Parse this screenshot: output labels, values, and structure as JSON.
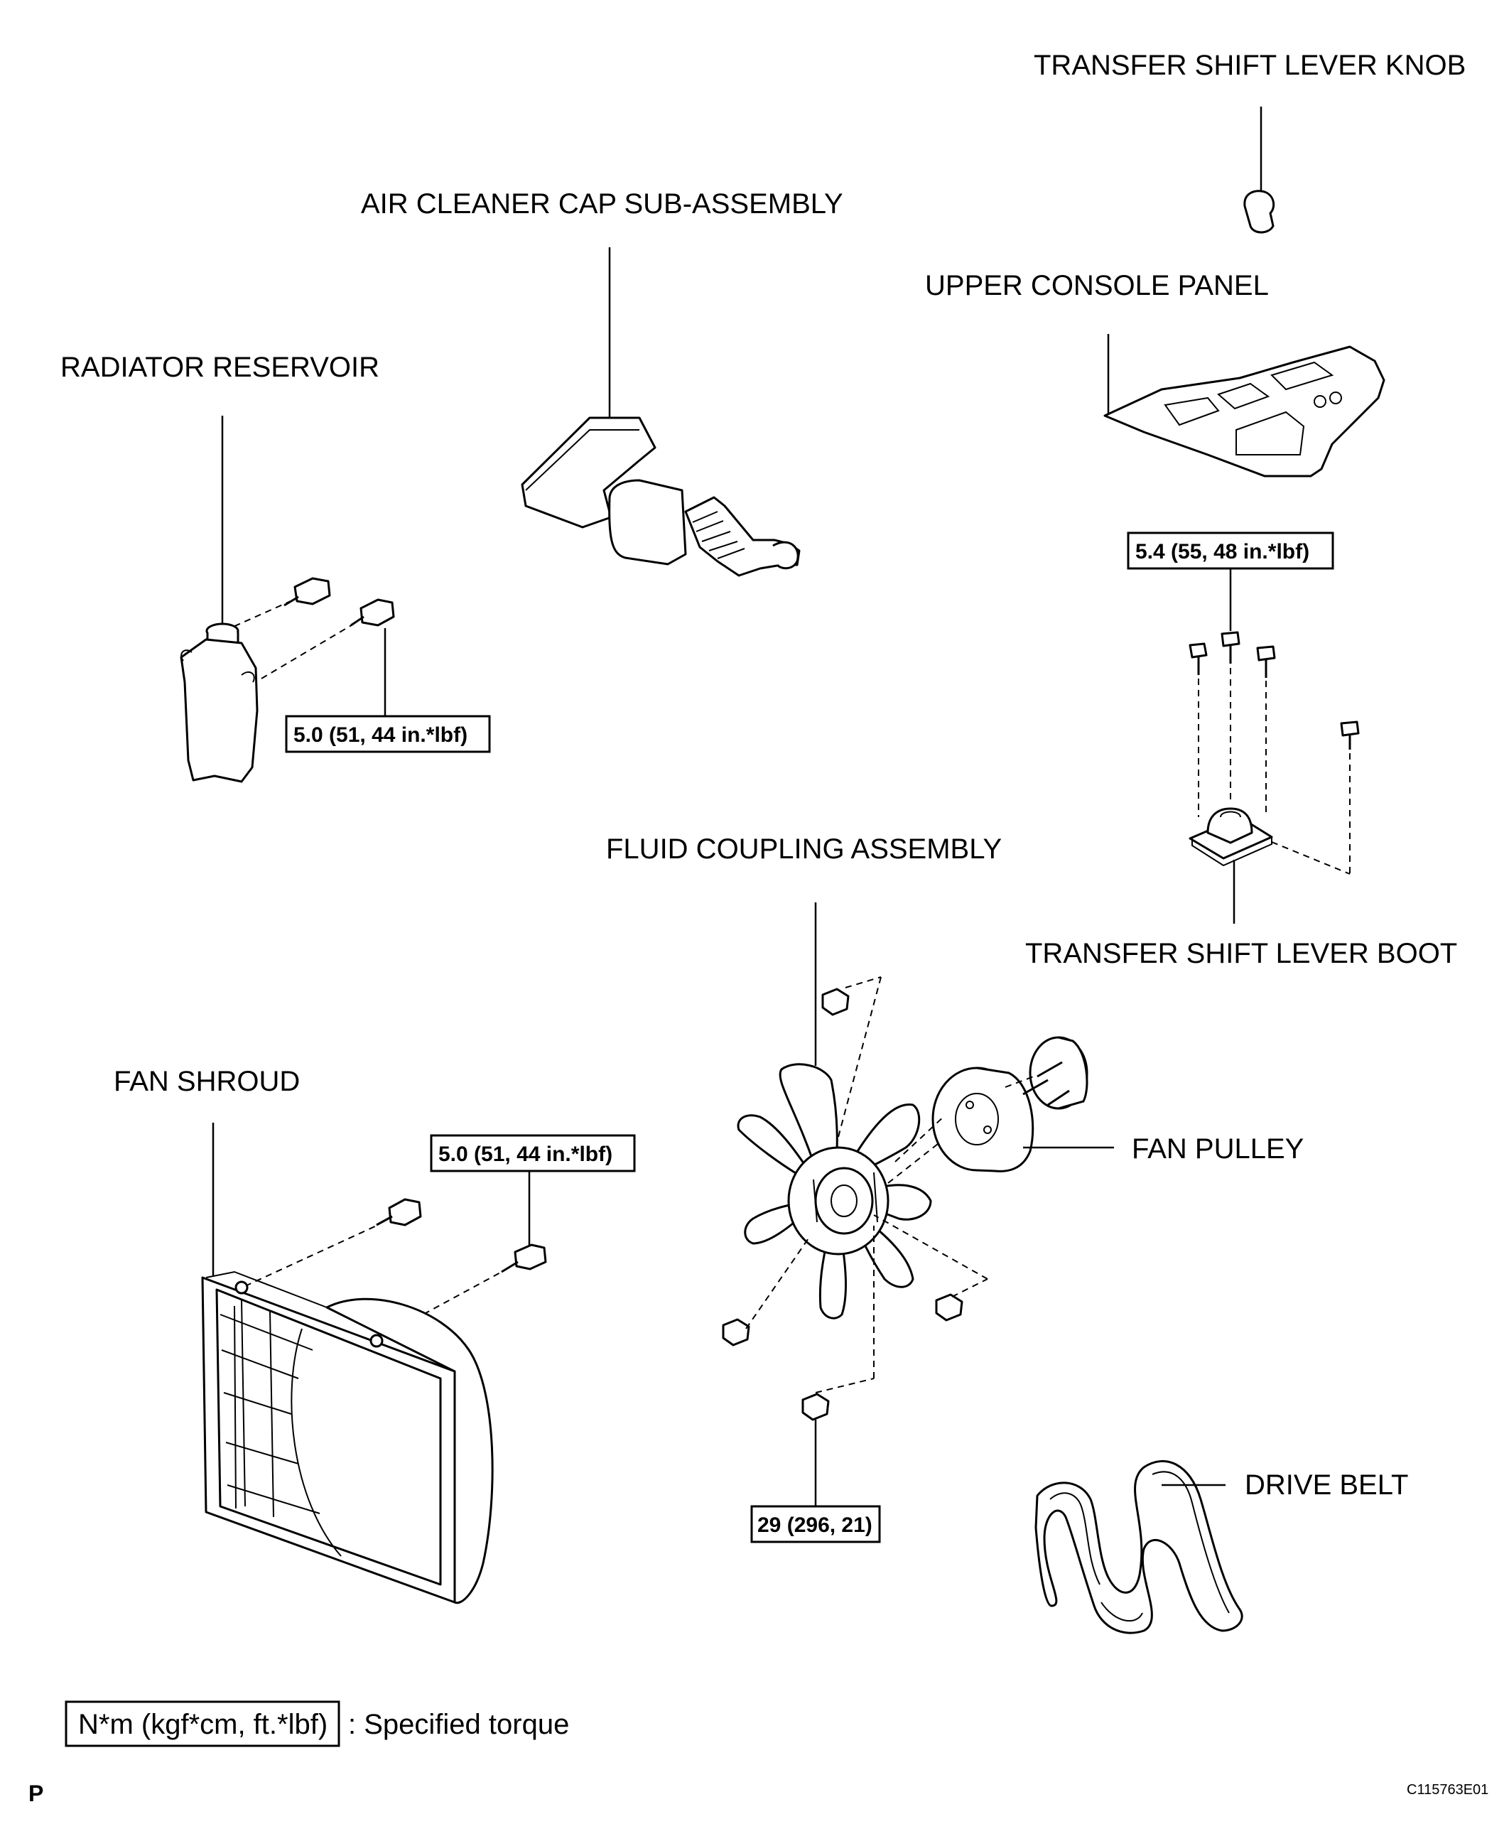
{
  "labels": {
    "knob": "TRANSFER SHIFT LEVER KNOB",
    "air_cleaner": "AIR CLEANER CAP SUB-ASSEMBLY",
    "console_panel": "UPPER CONSOLE PANEL",
    "reservoir": "RADIATOR RESERVOIR",
    "fluid_coupling": "FLUID COUPLING ASSEMBLY",
    "boot": "TRANSFER SHIFT LEVER BOOT",
    "fan_shroud": "FAN SHROUD",
    "fan_pulley": "FAN PULLEY",
    "drive_belt": "DRIVE BELT"
  },
  "torques": {
    "boot": "5.4 (55, 48 in.*lbf)",
    "reservoir": "5.0 (51, 44 in.*lbf)",
    "fan_shroud": "5.0 (51, 44 in.*lbf)",
    "fluid_coupling": "29 (296, 21)"
  },
  "legend": {
    "unit_box": "N*m (kgf*cm, ft.*lbf)",
    "description": ": Specified torque"
  },
  "footer": {
    "page_letter": "P",
    "figure_code": "C115763E01"
  }
}
